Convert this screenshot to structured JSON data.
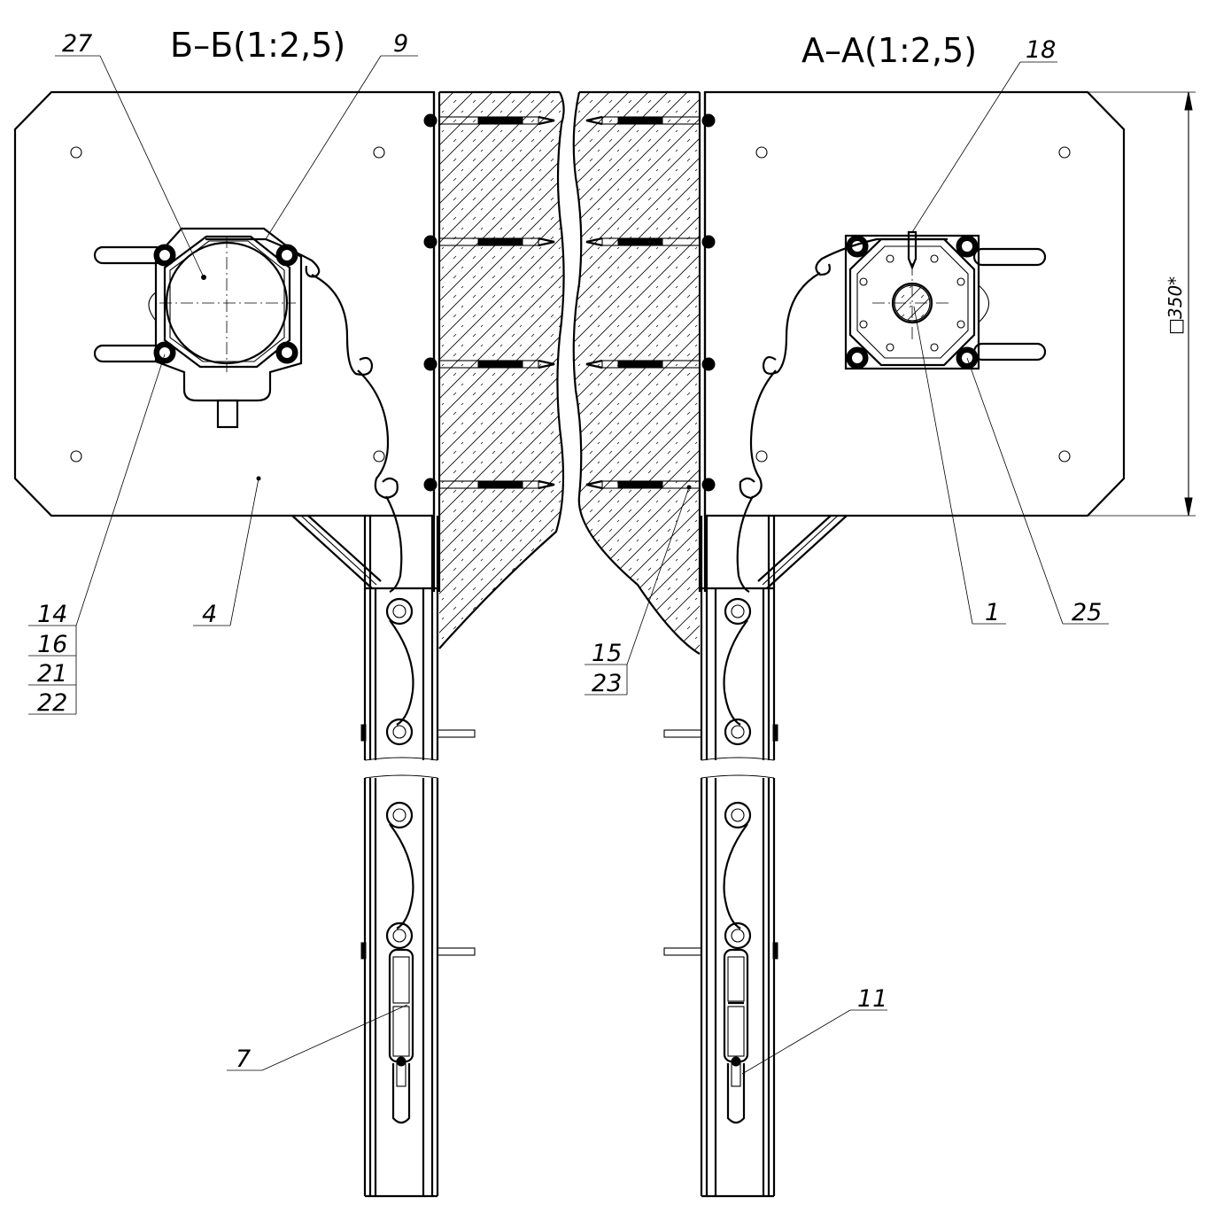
{
  "titles": {
    "section_b": "Б–Б(1:2,5)",
    "section_a": "А–А(1:2,5)"
  },
  "dimension": {
    "square_symbol": "□",
    "value": "350*"
  },
  "callouts": {
    "c27": "27",
    "c9": "9",
    "c18": "18",
    "c14": "14",
    "c16": "16",
    "c21": "21",
    "c22": "22",
    "c4": "4",
    "c15": "15",
    "c23": "23",
    "c1": "1",
    "c25": "25",
    "c7": "7",
    "c11": "11"
  }
}
